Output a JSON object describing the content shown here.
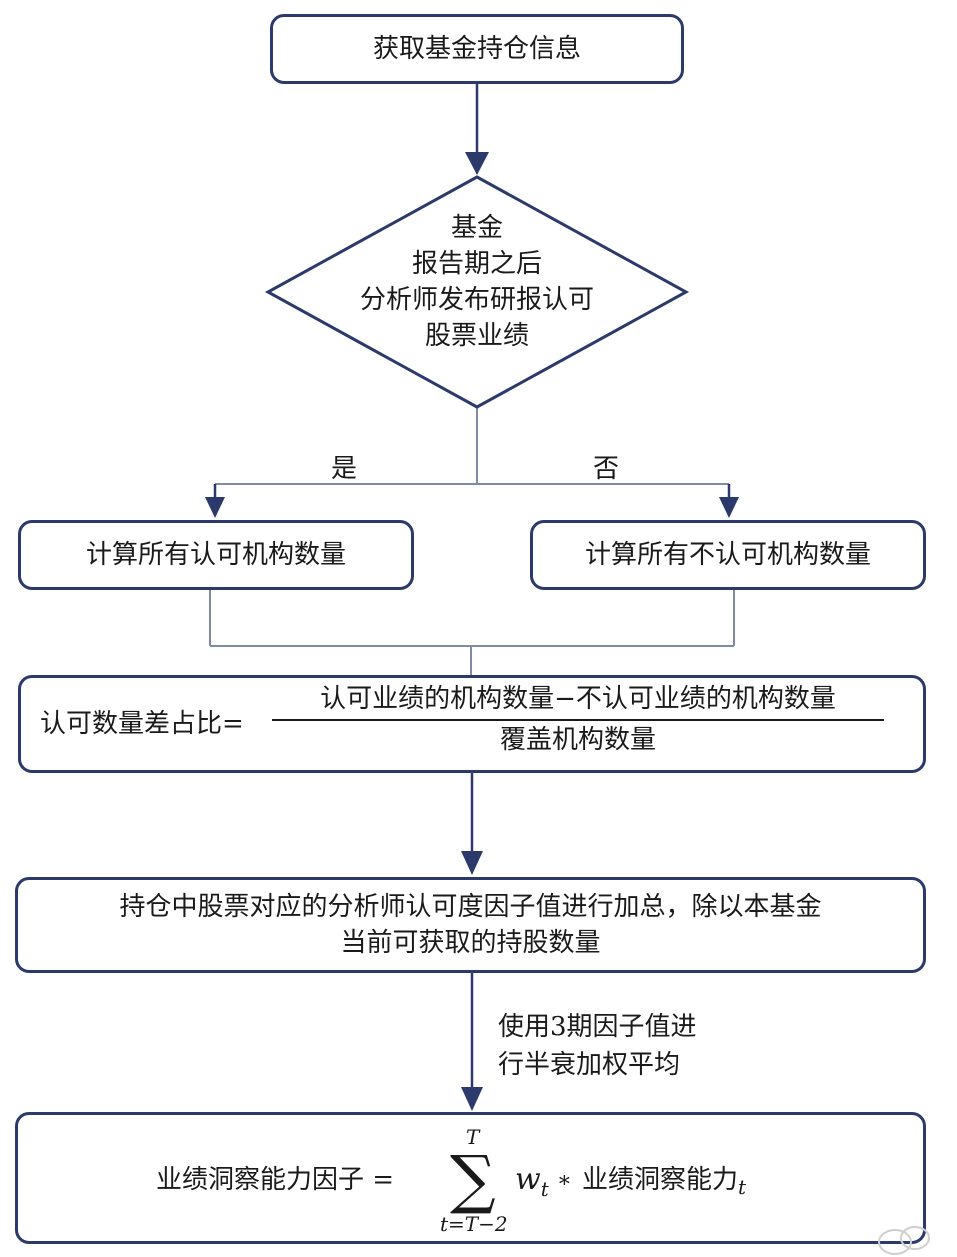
{
  "nodes": {
    "start": "获取基金持仓信息",
    "decision_l1": "基金",
    "decision_l2": "报告期之后",
    "decision_l3": "分析师发布研报认可",
    "decision_l4": "股票业绩",
    "left_branch": "计算所有认可机构数量",
    "right_branch": "计算所有不认可机构数量",
    "ratio_lhs": "认可数量差占比=",
    "ratio_num": "认可业绩的机构数量−不认可业绩的机构数量",
    "ratio_den": "覆盖机构数量",
    "aggregate_l1": "持仓中股票对应的分析师认可度因子值进行加总，除以本基金",
    "aggregate_l2": "当前可获取的持股数量",
    "final_lhs": "业绩洞察能力因子 =",
    "final_sum_top": "T",
    "final_sum_bottom": "t=T−2",
    "final_w": "w",
    "final_w_sub": "t",
    "final_op": "∗",
    "final_rhs": "业绩洞察能力",
    "final_rhs_sub": "t"
  },
  "edge_labels": {
    "yes": "是",
    "no": "否",
    "smoothing_l1": "使用3期因子值进",
    "smoothing_l2": "行半衰加权平均"
  }
}
